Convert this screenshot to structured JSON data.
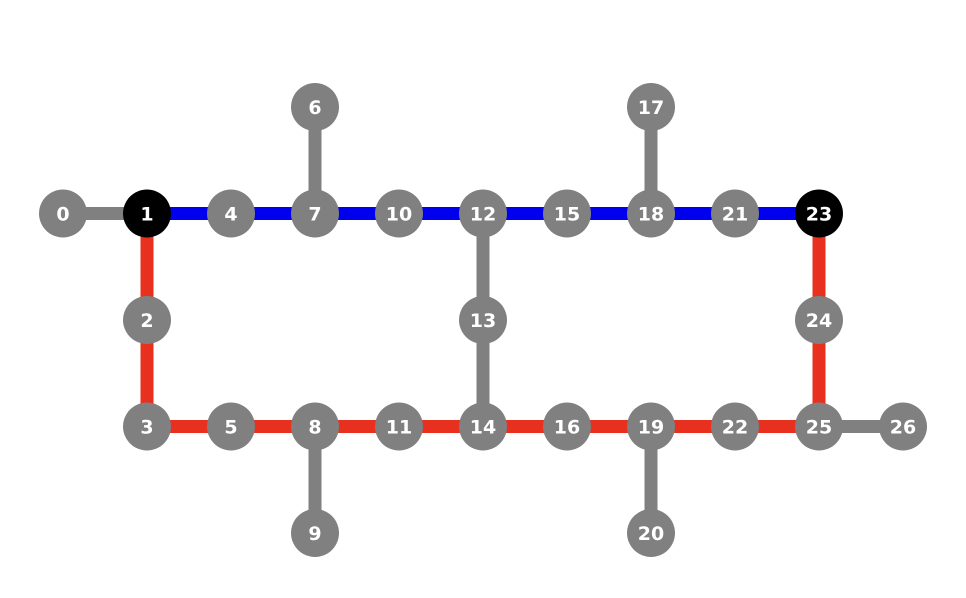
{
  "colors": {
    "node_default": "#808080",
    "node_endpoint": "#000000",
    "edge_default": "#808080",
    "edge_path_top": "#0000ee",
    "edge_path_bottom": "#e8301e",
    "label": "#ffffff"
  },
  "nodes": [
    {
      "id": "0",
      "label": "0",
      "type": "default"
    },
    {
      "id": "1",
      "label": "1",
      "type": "endpoint"
    },
    {
      "id": "2",
      "label": "2",
      "type": "default"
    },
    {
      "id": "3",
      "label": "3",
      "type": "default"
    },
    {
      "id": "4",
      "label": "4",
      "type": "default"
    },
    {
      "id": "5",
      "label": "5",
      "type": "default"
    },
    {
      "id": "6",
      "label": "6",
      "type": "default"
    },
    {
      "id": "7",
      "label": "7",
      "type": "default"
    },
    {
      "id": "8",
      "label": "8",
      "type": "default"
    },
    {
      "id": "9",
      "label": "9",
      "type": "default"
    },
    {
      "id": "10",
      "label": "10",
      "type": "default"
    },
    {
      "id": "11",
      "label": "11",
      "type": "default"
    },
    {
      "id": "12",
      "label": "12",
      "type": "default"
    },
    {
      "id": "13",
      "label": "13",
      "type": "default"
    },
    {
      "id": "14",
      "label": "14",
      "type": "default"
    },
    {
      "id": "15",
      "label": "15",
      "type": "default"
    },
    {
      "id": "16",
      "label": "16",
      "type": "default"
    },
    {
      "id": "17",
      "label": "17",
      "type": "default"
    },
    {
      "id": "18",
      "label": "18",
      "type": "default"
    },
    {
      "id": "19",
      "label": "19",
      "type": "default"
    },
    {
      "id": "20",
      "label": "20",
      "type": "default"
    },
    {
      "id": "21",
      "label": "21",
      "type": "default"
    },
    {
      "id": "22",
      "label": "22",
      "type": "default"
    },
    {
      "id": "23",
      "label": "23",
      "type": "endpoint"
    },
    {
      "id": "24",
      "label": "24",
      "type": "default"
    },
    {
      "id": "25",
      "label": "25",
      "type": "default"
    },
    {
      "id": "26",
      "label": "26",
      "type": "default"
    }
  ],
  "edges": [
    {
      "from": "0",
      "to": "1",
      "kind": "default"
    },
    {
      "from": "1",
      "to": "4",
      "kind": "path_top"
    },
    {
      "from": "4",
      "to": "7",
      "kind": "path_top"
    },
    {
      "from": "7",
      "to": "10",
      "kind": "path_top"
    },
    {
      "from": "10",
      "to": "12",
      "kind": "path_top"
    },
    {
      "from": "12",
      "to": "15",
      "kind": "path_top"
    },
    {
      "from": "15",
      "to": "18",
      "kind": "path_top"
    },
    {
      "from": "18",
      "to": "21",
      "kind": "path_top"
    },
    {
      "from": "21",
      "to": "23",
      "kind": "path_top"
    },
    {
      "from": "1",
      "to": "2",
      "kind": "path_bottom"
    },
    {
      "from": "2",
      "to": "3",
      "kind": "path_bottom"
    },
    {
      "from": "3",
      "to": "5",
      "kind": "path_bottom"
    },
    {
      "from": "5",
      "to": "8",
      "kind": "path_bottom"
    },
    {
      "from": "8",
      "to": "11",
      "kind": "path_bottom"
    },
    {
      "from": "11",
      "to": "14",
      "kind": "path_bottom"
    },
    {
      "from": "14",
      "to": "16",
      "kind": "path_bottom"
    },
    {
      "from": "16",
      "to": "19",
      "kind": "path_bottom"
    },
    {
      "from": "19",
      "to": "22",
      "kind": "path_bottom"
    },
    {
      "from": "22",
      "to": "25",
      "kind": "path_bottom"
    },
    {
      "from": "25",
      "to": "24",
      "kind": "path_bottom"
    },
    {
      "from": "24",
      "to": "23",
      "kind": "path_bottom"
    },
    {
      "from": "6",
      "to": "7",
      "kind": "default"
    },
    {
      "from": "8",
      "to": "9",
      "kind": "default"
    },
    {
      "from": "12",
      "to": "13",
      "kind": "default"
    },
    {
      "from": "13",
      "to": "14",
      "kind": "default"
    },
    {
      "from": "17",
      "to": "18",
      "kind": "default"
    },
    {
      "from": "19",
      "to": "20",
      "kind": "default"
    },
    {
      "from": "25",
      "to": "26",
      "kind": "default"
    }
  ]
}
